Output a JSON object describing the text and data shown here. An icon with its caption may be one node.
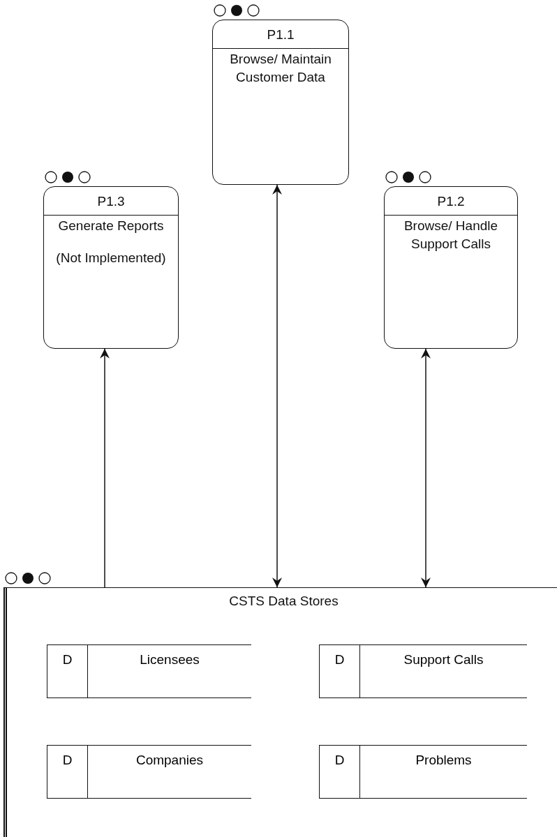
{
  "diagram": {
    "nodes": [
      {
        "text": [
          "P1.1",
          "Browse/ Maintain Customer Data"
        ]
      },
      {
        "text": [
          "P1.3",
          "Generate Reports",
          "(Not Implemented)"
        ]
      },
      {
        "text": [
          "P1.2",
          "Browse/ Handle Support Calls"
        ]
      },
      {
        "text": [
          "CSTS Data Stores"
        ]
      },
      {
        "text": [
          "D",
          "Licensees"
        ],
        "in": 3
      },
      {
        "text": [
          "D",
          "Support Calls"
        ],
        "in": 3
      },
      {
        "text": [
          "D",
          "Companies"
        ],
        "in": 3
      },
      {
        "text": [
          "D",
          "Problems"
        ],
        "in": 3
      }
    ],
    "edges": [
      {
        "from": 3,
        "to": 1,
        "arrow": "to"
      },
      {
        "from": 3,
        "to": 0,
        "arrow": "both"
      },
      {
        "from": 3,
        "to": 2,
        "arrow": "both"
      }
    ]
  }
}
